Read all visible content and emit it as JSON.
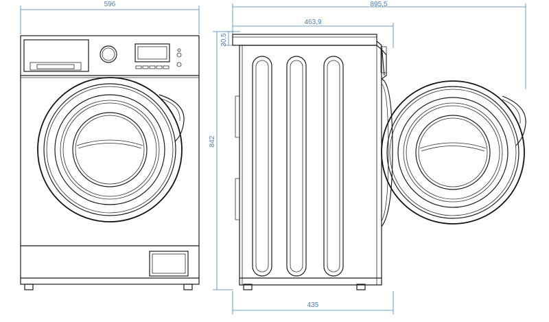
{
  "dimensions": {
    "front_width": "596",
    "total_depth_door_open": "895,5",
    "side_depth": "463,9",
    "top_offset": "30,5",
    "height": "842",
    "base_depth": "435"
  },
  "colors": {
    "line": "#1a1a1a",
    "dimension": "#4a7fb5",
    "background": "#ffffff"
  }
}
